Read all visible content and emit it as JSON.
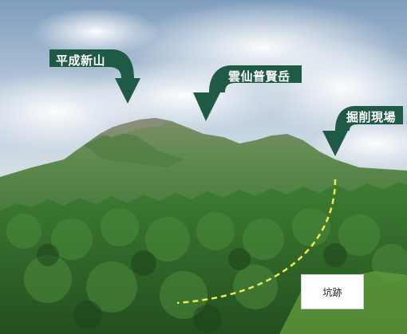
{
  "labels": {
    "heisei_shinzan": "平成新山",
    "unzen_fugendake": "雲仙普賢岳",
    "excavation_site": "掘削現場",
    "pit_trace": "坑跡"
  },
  "colors": {
    "arrow_fill": "#1f5a45",
    "route_line": "#f2e84a",
    "sky_top": "#7f9fc0",
    "forest": "#2f6d2a"
  }
}
